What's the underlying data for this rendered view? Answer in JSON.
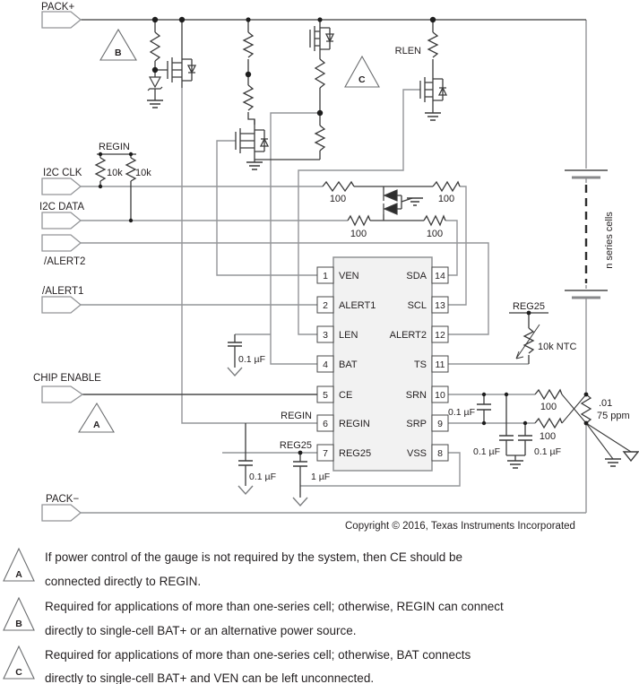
{
  "connectors": {
    "pack_plus": "PACK+",
    "i2c_clk": "I2C CLK",
    "i2c_data": "I2C DATA",
    "alert2": "/ALERT2",
    "alert1": "/ALERT1",
    "chip_enable": "CHIP ENABLE",
    "pack_minus": "PACK−"
  },
  "flags": {
    "a": "A",
    "b": "B",
    "c": "C"
  },
  "parts": {
    "regin_stub": "REGIN",
    "r_pullup_left": "10k",
    "r_pullup_right": "10k",
    "r_clk_1": "100",
    "r_clk_2": "100",
    "r_data_1": "100",
    "r_data_2": "100",
    "rlen": "RLEN",
    "c_bat": "0.1 µF",
    "c_regin": "0.1 µF",
    "c_reg25": "1 µF",
    "regin_net": "REGIN",
    "reg25_net": "REG25",
    "reg25_ntc_net": "REG25",
    "ntc": "10k NTC",
    "c_diff": "0.1 µF",
    "c_srn": "0.1 µF",
    "c_srp": "0.1 µF",
    "r_srn": "100",
    "r_srp": "100",
    "sense_value": ".01",
    "sense_ppm": "75 ppm",
    "battery_label": "n series cells"
  },
  "ic": {
    "left": [
      {
        "num": "1",
        "name": "VEN"
      },
      {
        "num": "2",
        "name": "ALERT1"
      },
      {
        "num": "3",
        "name": "LEN"
      },
      {
        "num": "4",
        "name": "BAT"
      },
      {
        "num": "5",
        "name": "CE"
      },
      {
        "num": "6",
        "name": "REGIN"
      },
      {
        "num": "7",
        "name": "REG25"
      }
    ],
    "right": [
      {
        "num": "14",
        "name": "SDA"
      },
      {
        "num": "13",
        "name": "SCL"
      },
      {
        "num": "12",
        "name": "ALERT2"
      },
      {
        "num": "11",
        "name": "TS"
      },
      {
        "num": "10",
        "name": "SRN"
      },
      {
        "num": "9",
        "name": "SRP"
      },
      {
        "num": "8",
        "name": "VSS"
      }
    ]
  },
  "copyright": "Copyright © 2016, Texas Instruments Incorporated",
  "notes": [
    {
      "tag": "A",
      "line1": "If power control of the gauge is not required by the system, then CE should be",
      "line2": "connected directly to REGIN."
    },
    {
      "tag": "B",
      "line1": "Required for applications of more than one-series cell; otherwise, REGIN can connect",
      "line2": "directly to single-cell BAT+ or an alternative power source."
    },
    {
      "tag": "C",
      "line1": "Required for applications of more than one-series cell; otherwise, BAT connects",
      "line2": "directly to single-cell BAT+ and VEN can be left unconnected."
    }
  ]
}
